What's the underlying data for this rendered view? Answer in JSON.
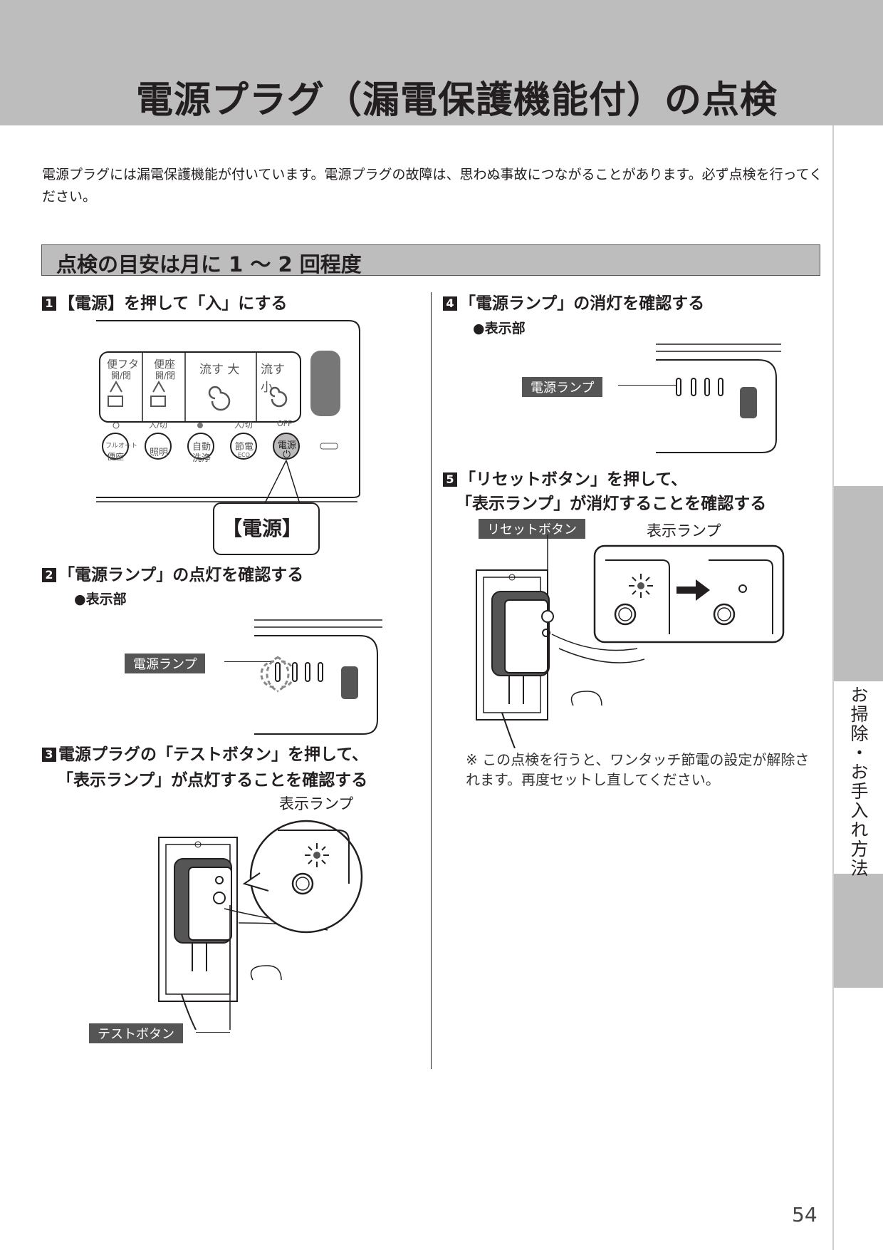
{
  "header": {
    "title": "電源プラグ（漏電保護機能付）の点検"
  },
  "intro": "電源プラグには漏電保護機能が付いています。電源プラグの故障は、思わぬ事故につながることがあります。必ず点検を行ってください。",
  "section": {
    "title": "点検の目安は月に 1 ～ 2 回程度"
  },
  "steps": [
    {
      "num": "1",
      "text": "【電源】を押して「入」にする"
    },
    {
      "num": "2",
      "text": "「電源ランプ」の点灯を確認する",
      "sub": "●表示部",
      "tag": "電源ランプ"
    },
    {
      "num": "3",
      "line1": "電源プラグの「テストボタン」を押して、",
      "line2": "「表示ランプ」が点灯することを確認する",
      "label": "表示ランプ",
      "tag": "テストボタン"
    },
    {
      "num": "4",
      "text": "「電源ランプ」の消灯を確認する",
      "sub": "●表示部",
      "tag": "電源ランプ"
    },
    {
      "num": "5",
      "line1": "「リセットボタン」を押して、",
      "line2": "「表示ランプ」が消灯することを確認する",
      "label": "表示ランプ",
      "tag": "リセットボタン"
    }
  ],
  "panel": {
    "top_buttons": [
      {
        "l1": "便フタ",
        "l2": "開/閉"
      },
      {
        "l1": "便座",
        "l2": "開/閉"
      },
      {
        "l1": "流す 大",
        "l2": ""
      },
      {
        "l1": "流す 小",
        "l2": ""
      }
    ],
    "bottom_buttons": [
      {
        "l1": "フルオート",
        "l2": "便座",
        "top": ""
      },
      {
        "l1": "照明",
        "l2": "",
        "top": "入/切"
      },
      {
        "l1": "自動",
        "l2": "洗浄",
        "top": ""
      },
      {
        "l1": "節電",
        "l2": "ECO",
        "top": "入/切"
      },
      {
        "l1": "電源",
        "l2": "⏻",
        "top": "OFF"
      }
    ],
    "callout": "【電源】"
  },
  "note": "※ この点検を行うと、ワンタッチ節電の設定が解除されます。再度セットし直してください。",
  "side_tab": "お掃除・お手入れ方法",
  "page_number": "54"
}
